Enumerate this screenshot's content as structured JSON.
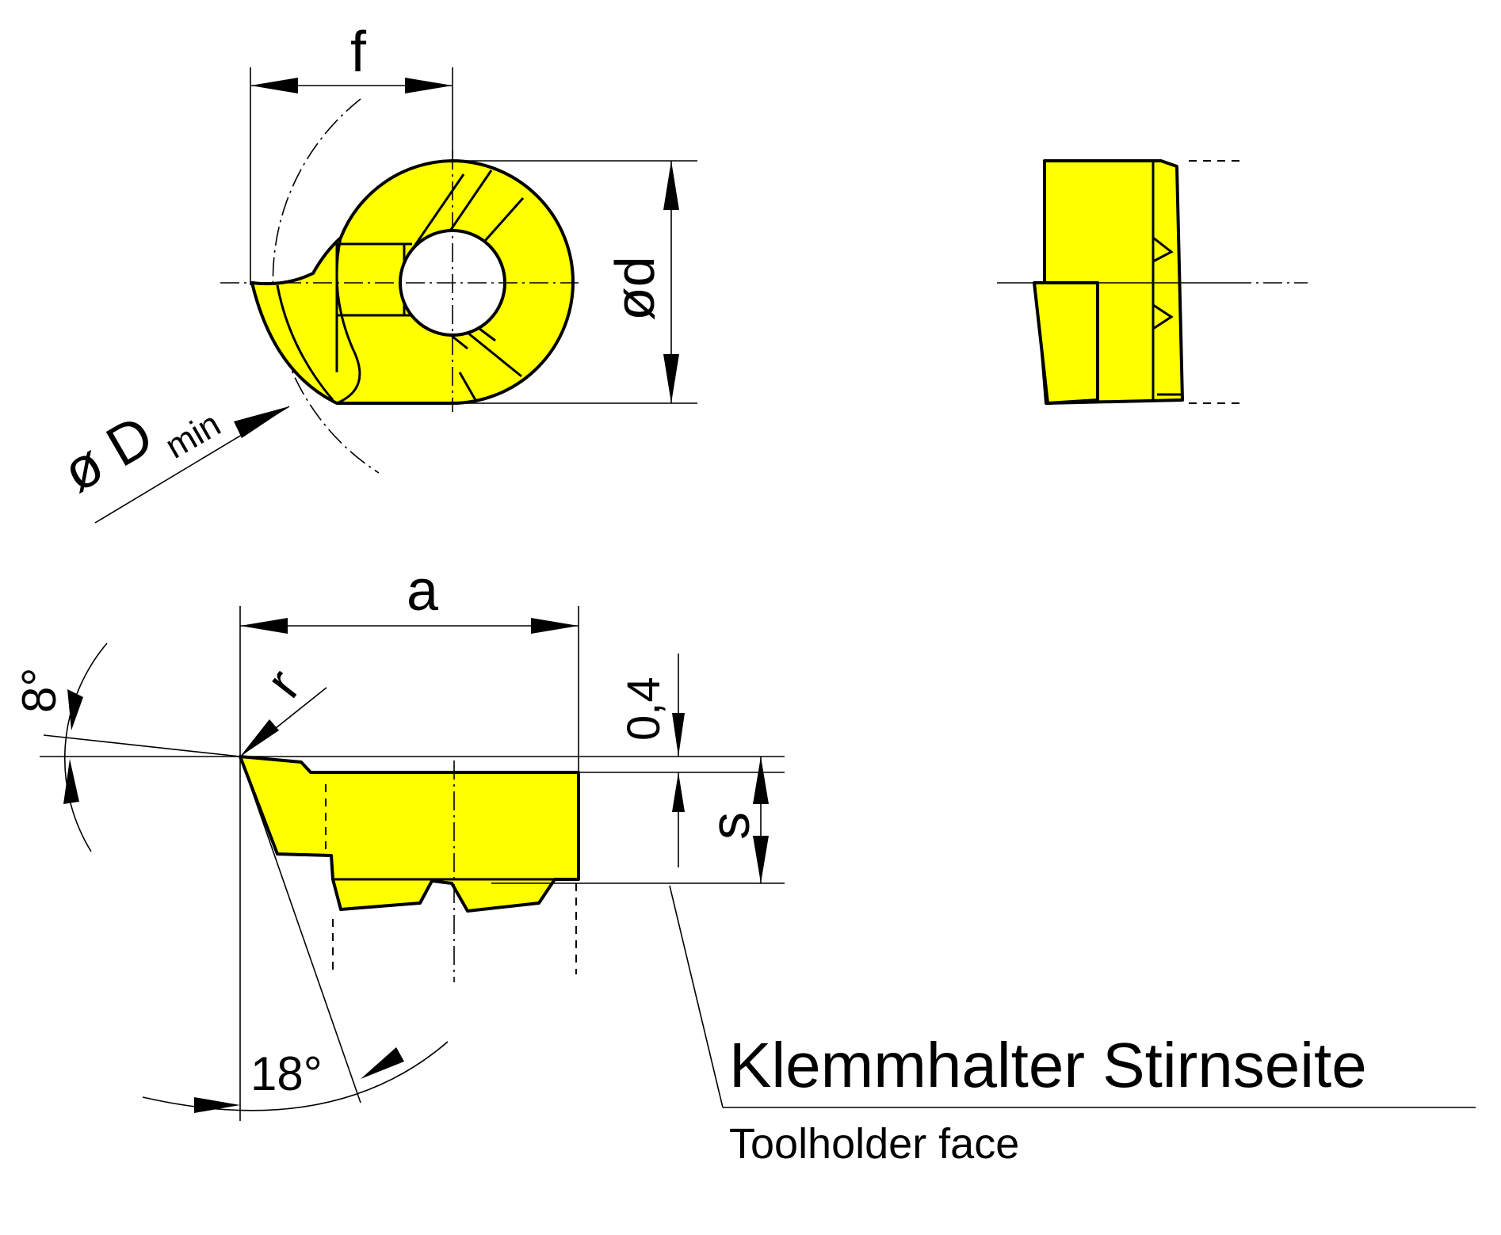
{
  "labels": {
    "f": "f",
    "d": "ød",
    "D": "ø D",
    "min": "min",
    "a": "a",
    "r": "r",
    "angle_top": "8°",
    "clearance": "0,4",
    "s": "s",
    "angle_bottom": "18°",
    "holder_de": "Klemmhalter Stirnseite",
    "holder_en": "Toolholder face"
  },
  "colors": {
    "insert": "#ffff00",
    "line": "#000000"
  }
}
